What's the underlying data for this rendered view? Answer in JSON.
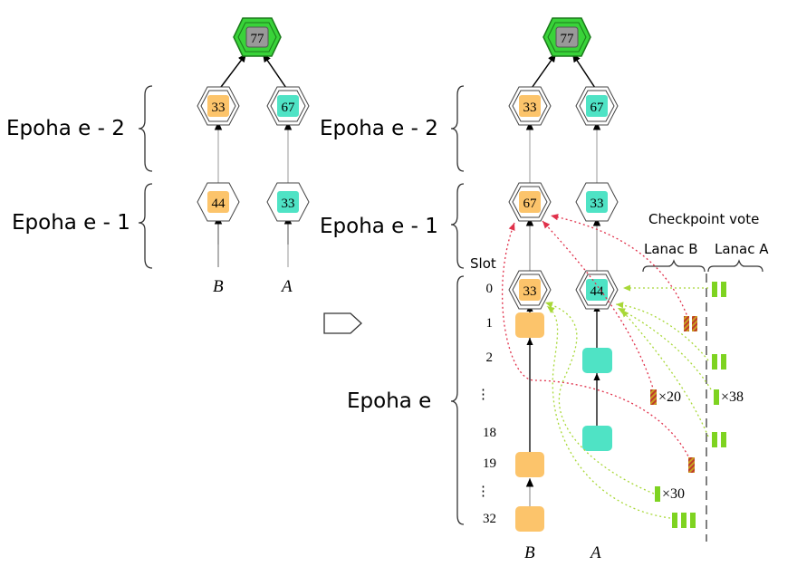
{
  "colors": {
    "orange": "#fcc46b",
    "cyan": "#4fe3c5",
    "gray": "#999999",
    "green": "#2ecc2e",
    "vote_green": "#7ed321",
    "red_dots": "#e0304a",
    "green_dots": "#a8d838"
  },
  "left": {
    "root": "77",
    "e2_b": "33",
    "e2_a": "67",
    "e1_b": "44",
    "e1_a": "33",
    "epoch_e2": "Epoha e - 2",
    "epoch_e1": "Epoha e - 1",
    "branch_b": "B",
    "branch_a": "A"
  },
  "arrow_shape": "next-arrow",
  "right": {
    "root": "77",
    "e2_b": "33",
    "e2_a": "67",
    "e1_b": "67",
    "e1_a": "33",
    "e_b": "33",
    "e_a": "44",
    "epoch_e2": "Epoha e - 2",
    "epoch_e1": "Epoha e - 1",
    "epoch_e": "Epoha e",
    "slot_header": "Slot",
    "slots": [
      "0",
      "1",
      "2",
      "⋮",
      "18",
      "19",
      "⋮",
      "32"
    ],
    "branch_b": "B",
    "branch_a": "A",
    "checkpoint_vote": "Checkpoint vote",
    "validator_b": "Lanac B",
    "validator_a": "Lanac A",
    "mult_b_20": "×20",
    "mult_a_38": "×38",
    "mult_30": "×30"
  }
}
